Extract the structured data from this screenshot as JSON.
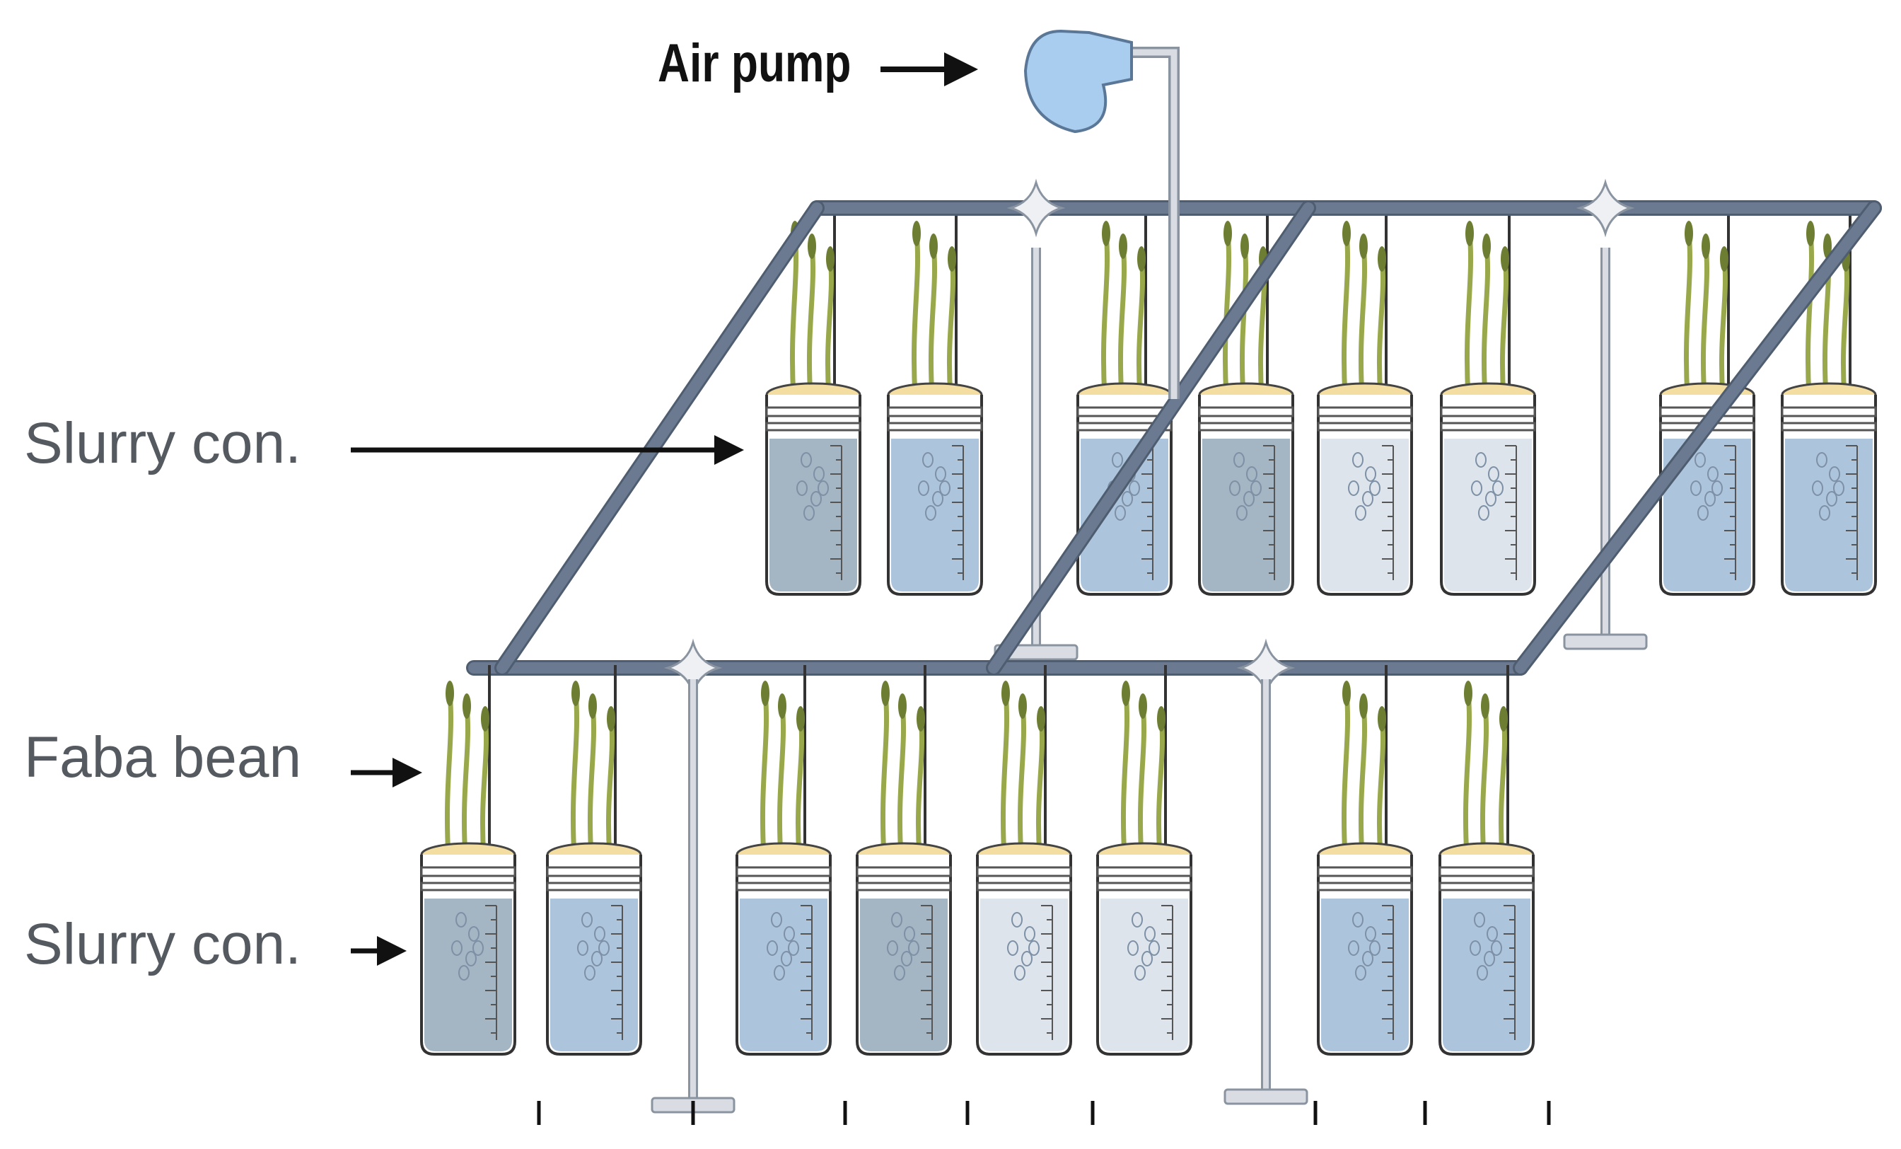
{
  "labels": {
    "air_pump": "Air pump",
    "slurry_top": "Slurry con.",
    "faba_bean": "Faba bean",
    "slurry_bottom": "Slurry con."
  },
  "colors": {
    "frame_pipe": "#6b7a90",
    "pipe_light": "#d9dde3",
    "pump_blue": "#a9cdef",
    "jar_blue": "#a9c2da",
    "jar_gray": "#9fb1c0",
    "jar_light": "#dbe3ea",
    "sprout_green": "#9aa84c",
    "lid_yellow": "#f3dda0",
    "arrow": "#111111"
  },
  "jar_tints": {
    "back_row": [
      "gray",
      "blue",
      "blue",
      "gray",
      "light",
      "light",
      "blue",
      "blue"
    ],
    "front_row": [
      "gray",
      "blue",
      "blue",
      "gray",
      "light",
      "light",
      "blue",
      "blue"
    ]
  }
}
